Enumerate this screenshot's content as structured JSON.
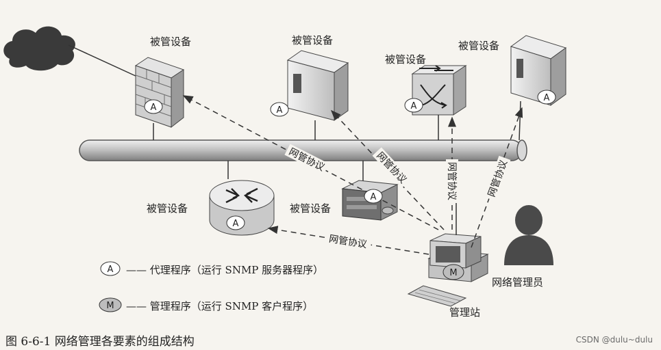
{
  "labels": {
    "managed_device": "被管设备",
    "management_station": "管理站",
    "network_admin": "网络管理员",
    "protocol": "网管协议"
  },
  "badges": {
    "agent": "A",
    "manager": "M"
  },
  "legend": {
    "agent_text": "—— 代理程序（运行 SNMP  服务器程序）",
    "manager_text": "—— 管理程序（运行 SNMP  客户程序）"
  },
  "caption": "图 6-6-1    网络管理各要素的组成结构",
  "watermark": "CSDN @dulu~dulu",
  "colors": {
    "background": "#f6f4ef",
    "bus": "#c9c9c9",
    "device": "#d9d9d9",
    "line": "#333333",
    "person": "#4a4a4a"
  },
  "icons": [
    "cloud-icon",
    "firewall-icon",
    "server-icon",
    "switch-icon",
    "router-icon",
    "rack-server-icon",
    "workstation-icon",
    "keyboard-icon",
    "person-icon"
  ]
}
